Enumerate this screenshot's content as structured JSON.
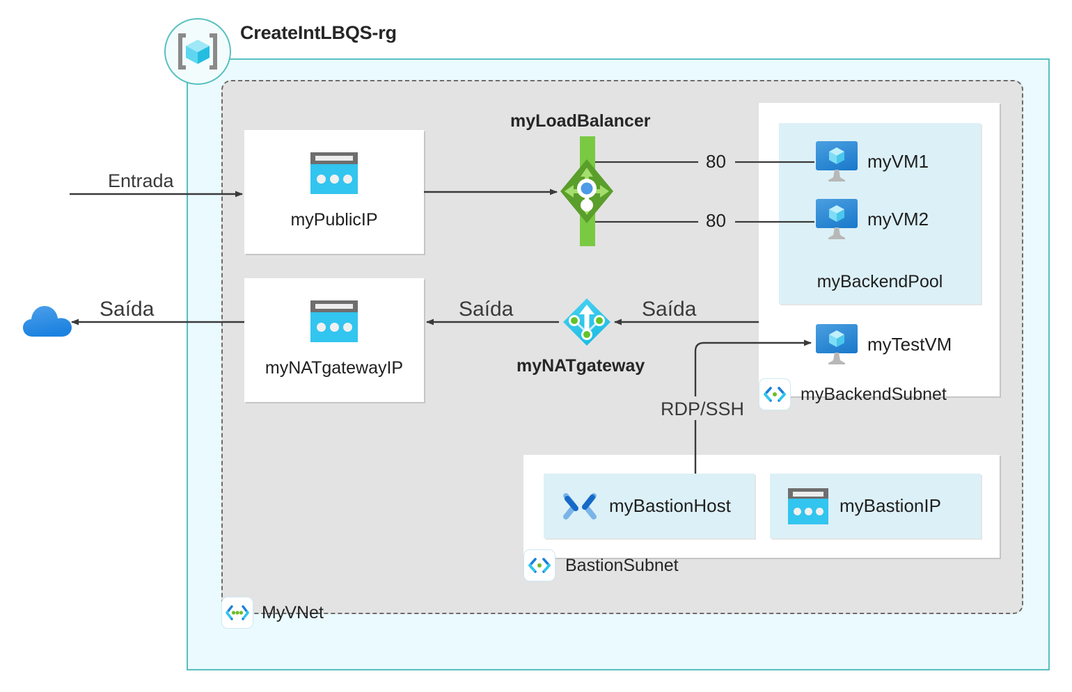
{
  "diagram": {
    "resource_group": {
      "title": "CreateIntLBQS-rg",
      "icon": "resource-group-icon",
      "border_color": "#57bfc0",
      "fill_color": "#eafaff"
    },
    "vnet": {
      "label": "MyVNet",
      "icon": "vnet-icon",
      "fill_color": "#e3e3e3",
      "border_style": "dashed"
    },
    "internet": {
      "icon": "cloud-icon"
    },
    "flows": {
      "inbound": "Entrada",
      "outbound_to_cloud": "Saída",
      "outbound_from_nat_ip": "Saída",
      "outbound_from_subnet": "Saída",
      "rdp_ssh": "RDP/SSH"
    },
    "public_ip": {
      "label": "myPublicIP",
      "icon": "public-ip-icon"
    },
    "nat_gateway_ip": {
      "label": "myNATgatewayIP",
      "icon": "public-ip-icon"
    },
    "load_balancer": {
      "label": "myLoadBalancer",
      "icon": "load-balancer-icon",
      "accent_color": "#7ac943",
      "rules": [
        {
          "port": "80",
          "target": "myVM1"
        },
        {
          "port": "80",
          "target": "myVM2"
        }
      ]
    },
    "nat_gateway": {
      "label": "myNATgateway",
      "icon": "nat-gateway-icon",
      "accent_color": "#32c5ef"
    },
    "backend_subnet": {
      "label": "myBackendSubnet",
      "icon": "subnet-icon",
      "backend_pool": {
        "label": "myBackendPool",
        "fill_color": "#dcf0f7",
        "vms": [
          {
            "name": "myVM1",
            "icon": "virtual-machine-icon"
          },
          {
            "name": "myVM2",
            "icon": "virtual-machine-icon"
          }
        ]
      },
      "test_vm": {
        "name": "myTestVM",
        "icon": "virtual-machine-icon"
      }
    },
    "bastion_subnet": {
      "label": "BastionSubnet",
      "icon": "subnet-icon",
      "resources": [
        {
          "name": "myBastionHost",
          "icon": "bastion-icon"
        },
        {
          "name": "myBastionIP",
          "icon": "public-ip-icon"
        }
      ]
    }
  }
}
